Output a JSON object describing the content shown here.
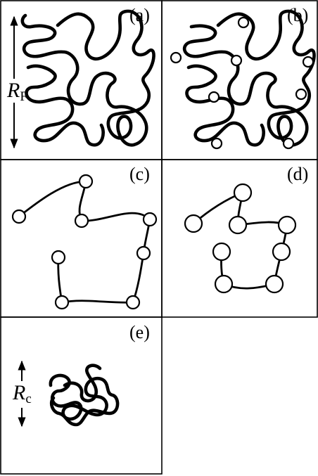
{
  "panels": {
    "a": {
      "label": "(a)",
      "dimension": {
        "symbol": "R",
        "subscript": "F"
      }
    },
    "b": {
      "label": "(b)"
    },
    "c": {
      "label": "(c)"
    },
    "d": {
      "label": "(d)"
    },
    "e": {
      "label": "(e)",
      "dimension": {
        "symbol": "R",
        "subscript": "c"
      }
    }
  }
}
